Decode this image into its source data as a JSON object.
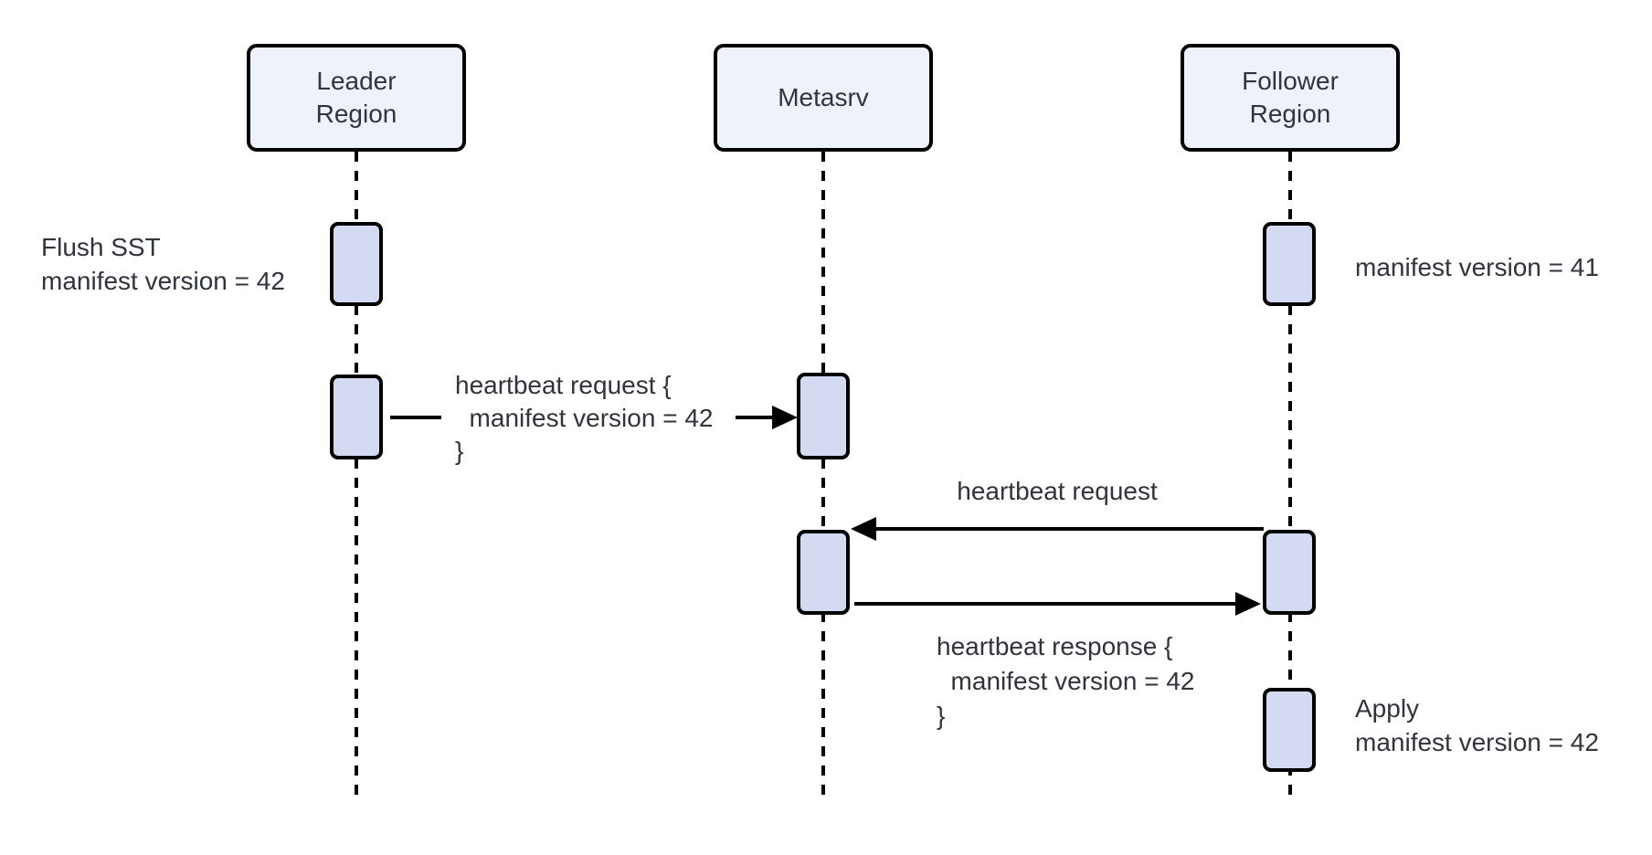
{
  "diagram": {
    "type": "sequence-diagram",
    "colors": {
      "background": "#ffffff",
      "actor_fill": "#eef2fb",
      "activation_fill": "#d5daf3",
      "line": "#000000",
      "text": "#2f343d"
    },
    "actors": [
      {
        "id": "leader-region",
        "label": "Leader\nRegion"
      },
      {
        "id": "metasrv",
        "label": "Metasrv"
      },
      {
        "id": "follower-region",
        "label": "Follower\nRegion"
      }
    ],
    "messages": [
      {
        "from": "leader-region",
        "to": "metasrv",
        "label": "heartbeat request {\n  manifest version = 42\n}"
      },
      {
        "from": "follower-region",
        "to": "metasrv",
        "label": "heartbeat request"
      },
      {
        "from": "metasrv",
        "to": "follower-region",
        "label": "heartbeat response {\n  manifest version = 42\n}"
      }
    ],
    "notes": [
      {
        "side": "left-of-leader",
        "label": "Flush SST\nmanifest version = 42"
      },
      {
        "side": "right-of-follower",
        "label": "manifest version = 41"
      },
      {
        "side": "right-of-follower",
        "label": "Apply\nmanifest version = 42"
      }
    ]
  }
}
